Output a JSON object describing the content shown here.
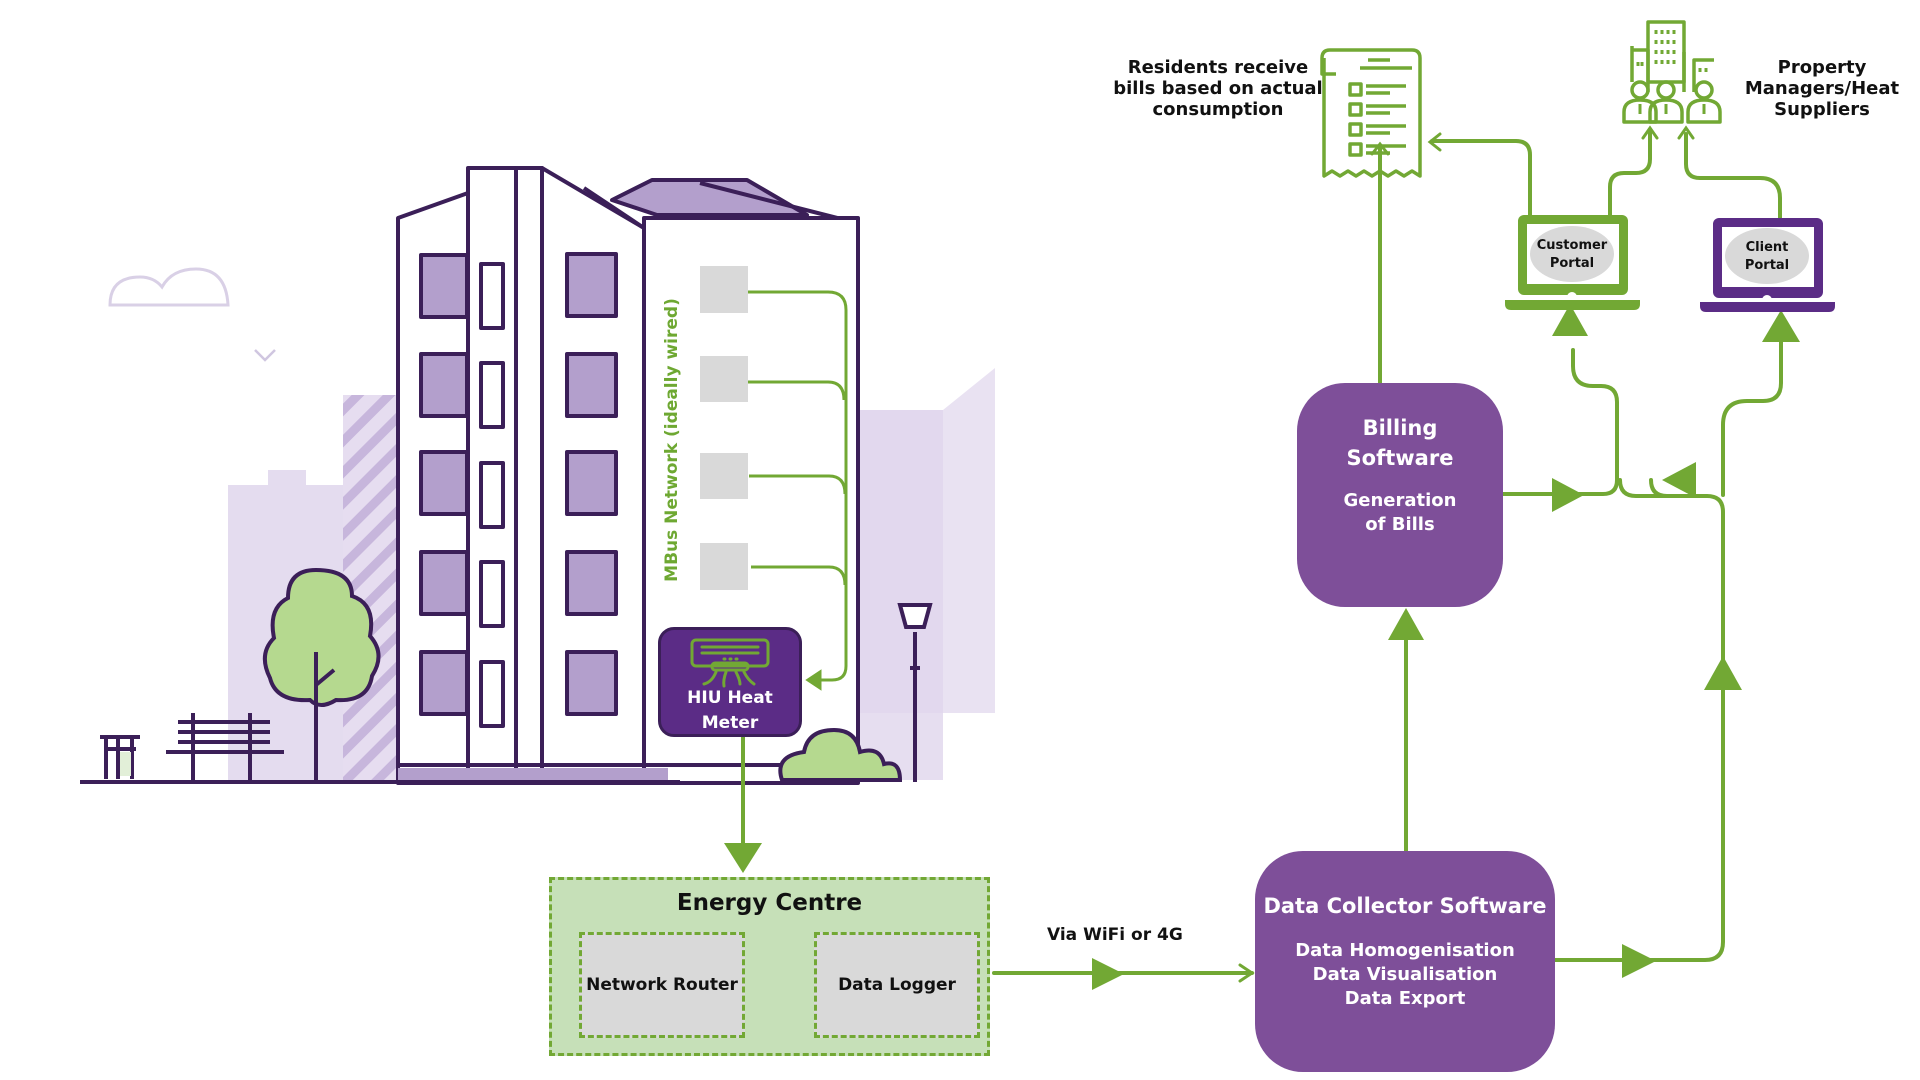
{
  "colors": {
    "green": "#72a834",
    "light_green": "#c6e0b8",
    "purple_box": "#7e4f99",
    "dark_purple": "#5b2c86",
    "outline_purple": "#3b1f58",
    "window_purple": "#b39fcc",
    "gray_panel": "#d9d9d9"
  },
  "building": {
    "mbus_label": "MBus Network (ideally wired)",
    "hiu_label_line1": "HIU Heat",
    "hiu_label_line2": "Meter"
  },
  "energy_centre": {
    "title": "Energy Centre",
    "network_router": "Network Router",
    "data_logger": "Data Logger"
  },
  "connection_label": "Via WiFi or 4G",
  "data_collector": {
    "title": "Data Collector Software",
    "lines": [
      "Data Homogenisation",
      "Data Visualisation",
      "Data Export"
    ]
  },
  "billing": {
    "title_line1": "Billing",
    "title_line2": "Software",
    "sub_line1": "Generation",
    "sub_line2": "of Bills"
  },
  "portals": {
    "customer": {
      "line1": "Customer",
      "line2": "Portal"
    },
    "client": {
      "line1": "Client",
      "line2": "Portal"
    }
  },
  "residents_label": [
    "Residents receive",
    "bills based on actual",
    "consumption"
  ],
  "managers_label": [
    "Property",
    "Managers/Heat",
    "Suppliers"
  ],
  "icons": {
    "bill": "receipt-icon",
    "managers": "office-people-icon",
    "hiu": "heat-unit-icon",
    "customer_portal": "laptop-icon",
    "client_portal": "laptop-icon"
  }
}
